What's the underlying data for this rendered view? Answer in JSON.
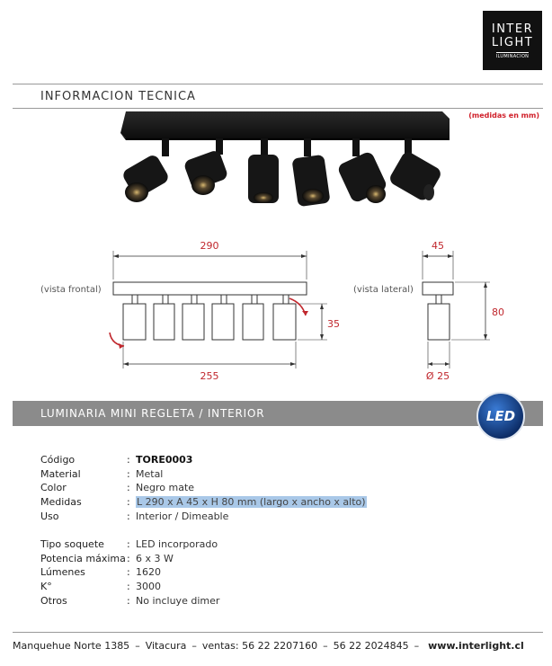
{
  "logo": {
    "line1": "INTER",
    "line2": "LIGHT",
    "line3": "ILUMINACION"
  },
  "section_title": "INFORMACION TECNICA",
  "units_note": "(medidas en mm)",
  "dimensions": {
    "front_label": "(vista frontal)",
    "side_label": "(vista lateral)",
    "length_top": "290",
    "length_bottom": "255",
    "spot_height": "35",
    "width": "45",
    "height": "80",
    "diameter": "Ø 25"
  },
  "banner": {
    "title": "LUMINARIA MINI REGLETA / INTERIOR",
    "badge": "LED"
  },
  "specs": [
    {
      "key": "Código",
      "value": "TORE0003"
    },
    {
      "key": "Material",
      "value": "Metal"
    },
    {
      "key": "Color",
      "value": "Negro mate"
    },
    {
      "key": "Medidas",
      "value": "L 290 x A 45 x H 80 mm (largo x ancho x alto)"
    },
    {
      "key": "Uso",
      "value": "Interior / Dimeable"
    }
  ],
  "specs2": [
    {
      "key": "Tipo soquete",
      "value": "LED incorporado"
    },
    {
      "key": "Potencia máxima",
      "value": "6 x 3 W"
    },
    {
      "key": "Lúmenes",
      "value": "1620"
    },
    {
      "key": "K°",
      "value": "3000"
    },
    {
      "key": "Otros",
      "value": "No incluye dimer"
    }
  ],
  "colon": ":",
  "footer": {
    "address": "Manquehue Norte 1385",
    "district": "Vitacura",
    "sales": "ventas: 56 22 2207160",
    "phone2": "56 22 2024845",
    "dash": "–",
    "web": "www.interlight.cl"
  }
}
